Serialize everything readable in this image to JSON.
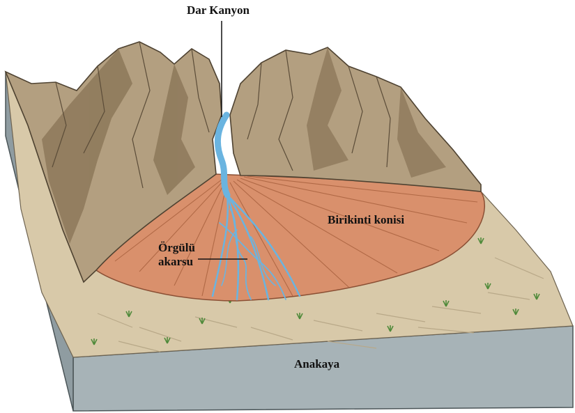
{
  "labels": {
    "canyon": "Dar Kanyon",
    "alluvial_fan": "Birikinti konisi",
    "braided_line1": "Örgülü",
    "braided_line2": "akarsu",
    "bedrock": "Anakaya"
  },
  "colors": {
    "mountain": "#b39f80",
    "mountain_shadow": "#7f6c52",
    "fan": "#d9906c",
    "plain": "#d8c9a9",
    "bedrock_front": "#a7b3b7",
    "water": "#6ab4e0"
  }
}
